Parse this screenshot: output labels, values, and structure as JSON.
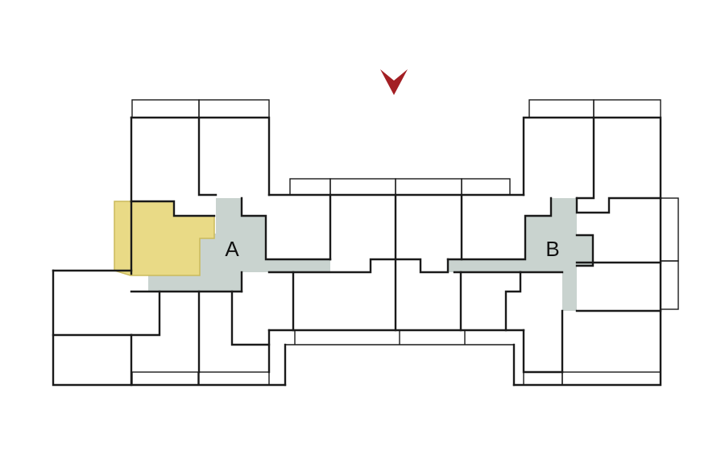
{
  "plan": {
    "corridor_color": "#c9d3cf",
    "selected_unit_color": "#e9da86",
    "wall_color": "#1a1a1a",
    "north_marker_color": "#a31f24",
    "north_marker_icon": "arrow-down-icon",
    "stairs": [
      {
        "id": "A",
        "label": "A"
      },
      {
        "id": "B",
        "label": "B"
      }
    ]
  }
}
